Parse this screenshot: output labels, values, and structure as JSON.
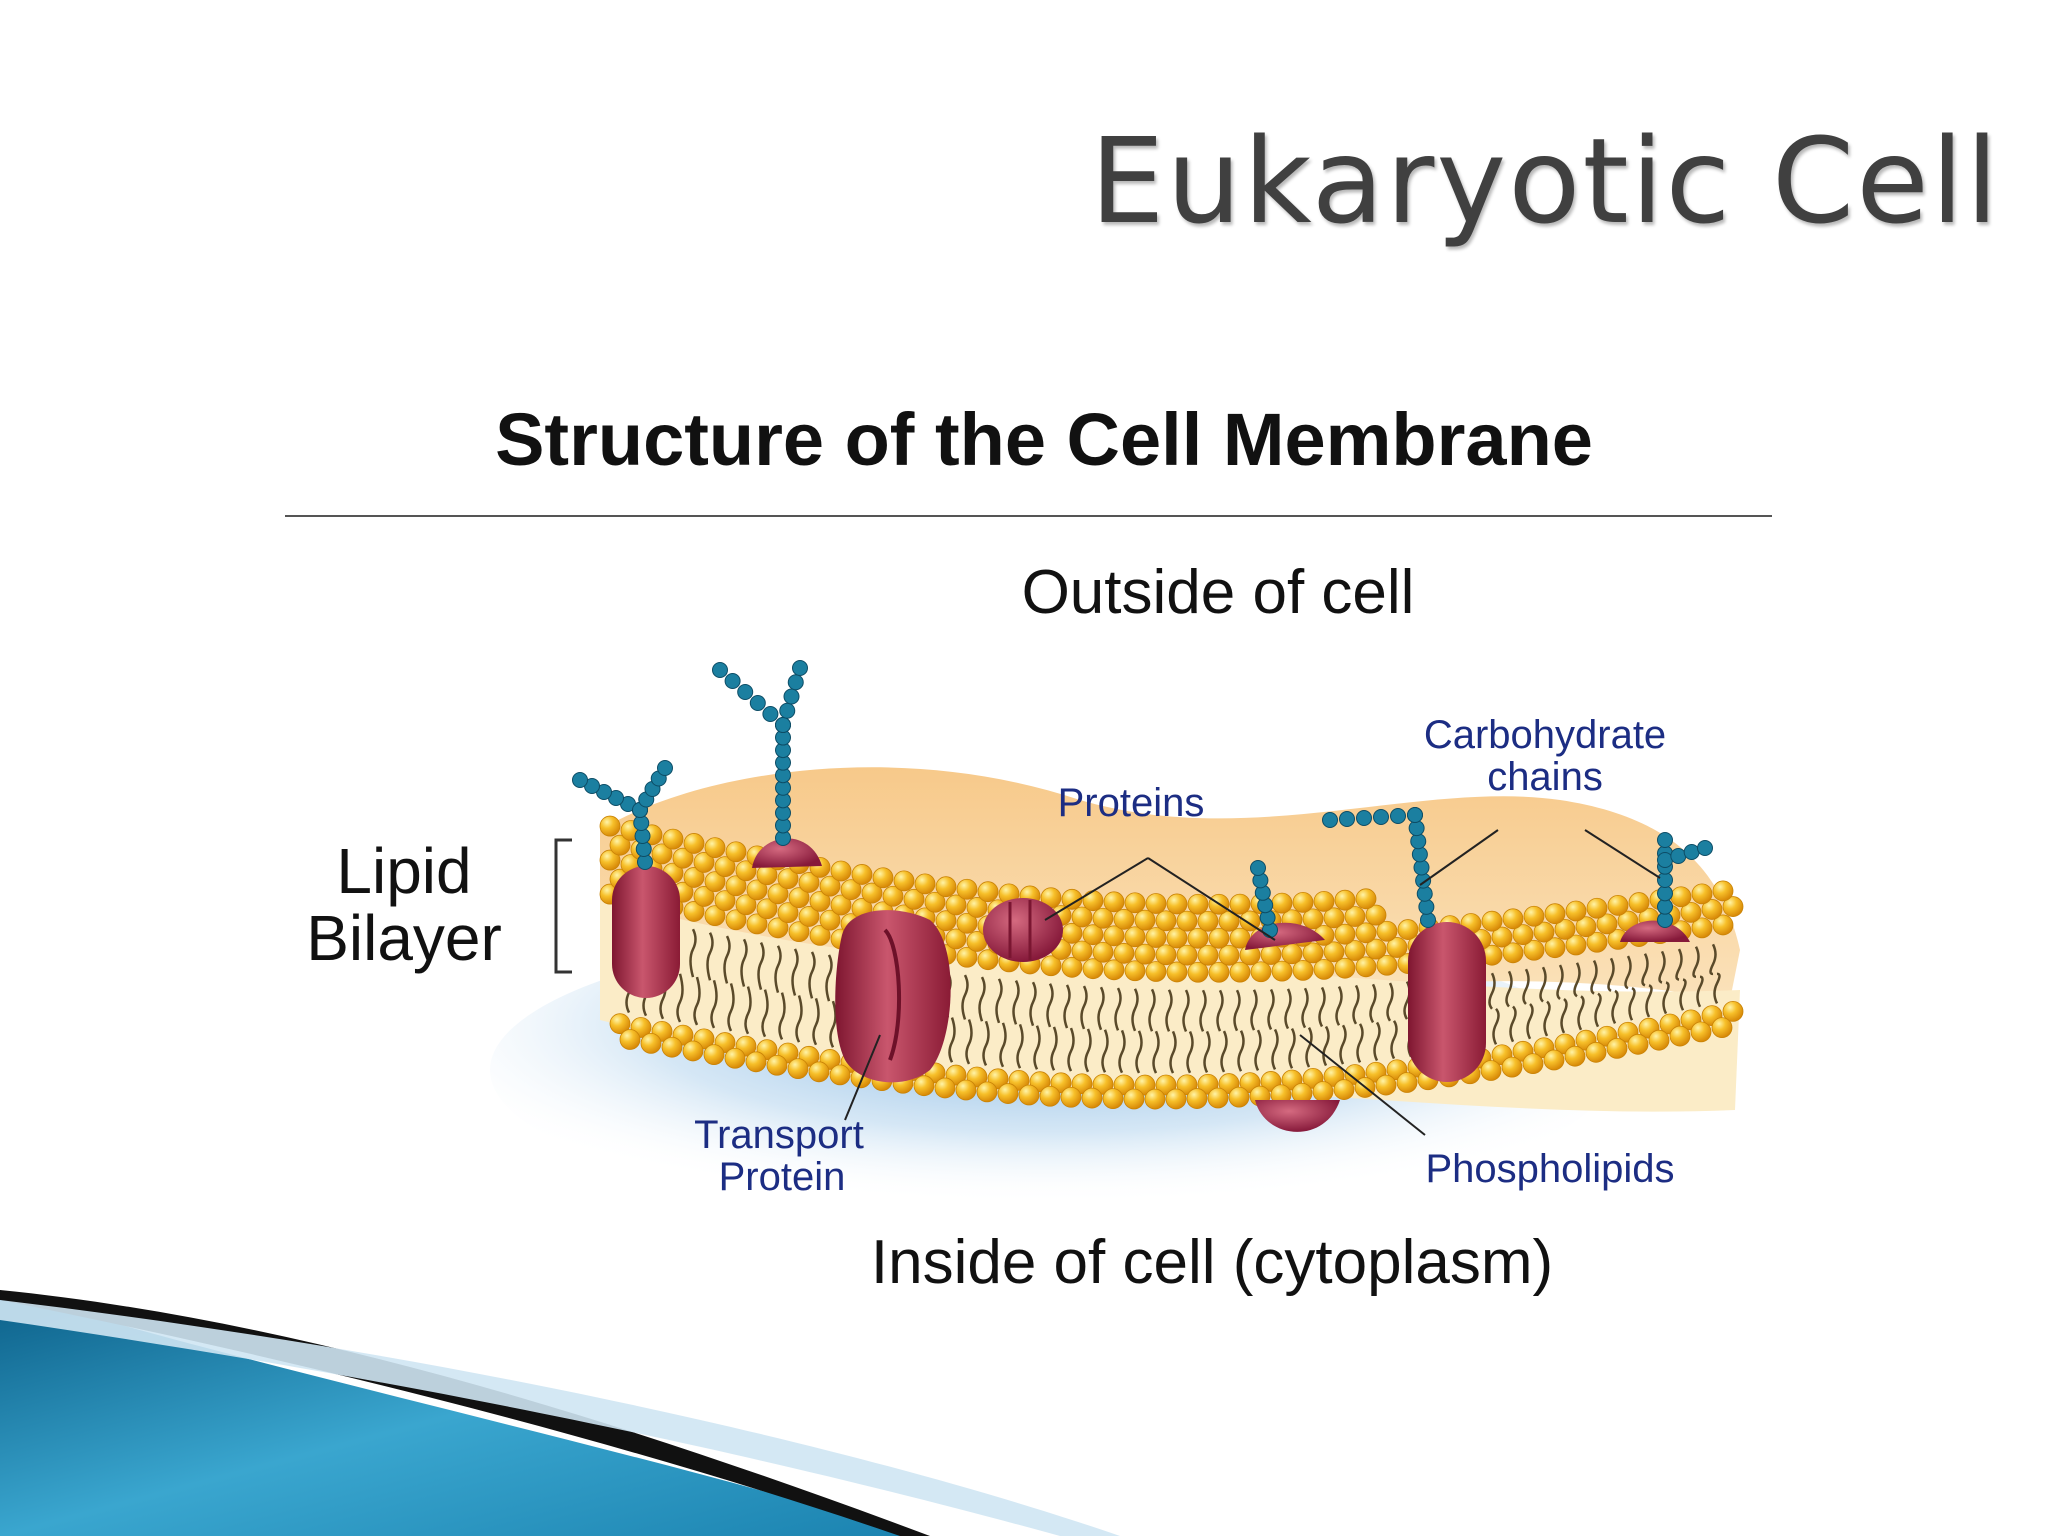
{
  "slide": {
    "title": "Eukaryotic Cell"
  },
  "diagram": {
    "heading": "Structure of the Cell Membrane",
    "outside_label": "Outside of cell",
    "inside_label": "Inside of cell (cytoplasm)",
    "labels": {
      "lipid_bilayer": [
        "Lipid",
        "Bilayer"
      ],
      "proteins": "Proteins",
      "carbohydrate_chains": [
        "Carbohydrate",
        "chains"
      ],
      "transport_protein": [
        "Transport",
        "Protein"
      ],
      "phospholipids": "Phospholipids"
    },
    "colors": {
      "lipid_head": "#f5b51c",
      "protein": "#a3283f",
      "carbohydrate": "#1b7fa0",
      "label_blue": "#1c2d83",
      "cytoplasm_glow": "#7fb8e0"
    }
  }
}
